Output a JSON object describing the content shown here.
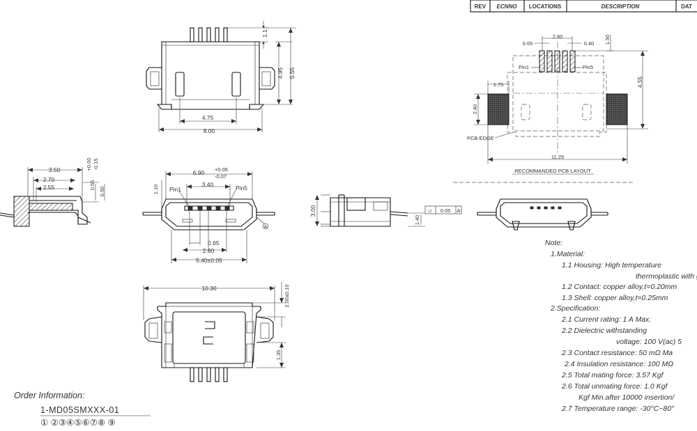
{
  "title_block": {
    "columns": [
      "REV",
      "ECNNO",
      "LOCATIONS",
      "DESCRIPTION",
      "DAT"
    ]
  },
  "dimensions": {
    "top_view": [
      "1.1",
      "4.95",
      "5.55",
      "4.75",
      "8.00"
    ],
    "side_section": [
      "3.50",
      "2.70",
      "2.55",
      "0.55",
      "+0.00",
      "-0.15",
      "0.50"
    ],
    "front_view": [
      "6.90",
      "+0.06",
      "-0.07",
      "3.40",
      "1.10",
      "Pin1",
      "Pin5",
      "0.65",
      "2.60",
      "5.40±0.05",
      "A"
    ],
    "bottom_view": [
      "10.30",
      "2.00±0.10",
      "1.35"
    ],
    "side_profile": [
      "3.00",
      "1.40"
    ],
    "flatness": {
      "symbol": "⏥",
      "value": "0.05",
      "datum": "A"
    },
    "pcb_layout": [
      "2.60",
      "0.65",
      "0.40",
      "1.50",
      "Pin1",
      "Pin5",
      "4.55",
      "1.75",
      "2.40",
      "PCB EDGE",
      "11.29"
    ]
  },
  "pcb_caption": "RECOMMANDED PCB LAYOUT",
  "notes": {
    "heading": "Note:",
    "lines": [
      "1.Material:",
      "1.1 Housing: High temperature",
      "thermoplastic with g.",
      "1.2 Contact: copper alloy,t=0.20mm",
      "1.3 Shell: copper alloy,t=0.25mm",
      "2.Specification:",
      "2.1 Current rating: 1 A Max.",
      "2.2 Dielectric withstanding",
      "voltage: 100 V(ac) 5",
      "2.3 Contact resistance: 50 mΩ Ma",
      "2.4 Insulation resistance: 100 MΩ",
      "2.5 Total mating force: 3.57 Kgf",
      "2.6 Total unmating force: 1.0 Kgf",
      "Kgf Min.after 10000 insertion/",
      "2.7 Temperature range: -30°C~80°"
    ]
  },
  "order": {
    "heading": "Order Information:",
    "part_number": "1-MD05SMXXX-01",
    "index_markers": "①  ②③④⑤⑥⑦⑧  ⑨"
  },
  "colors": {
    "line": "#111111",
    "dimension": "#333333",
    "paper": "#ffffff"
  }
}
